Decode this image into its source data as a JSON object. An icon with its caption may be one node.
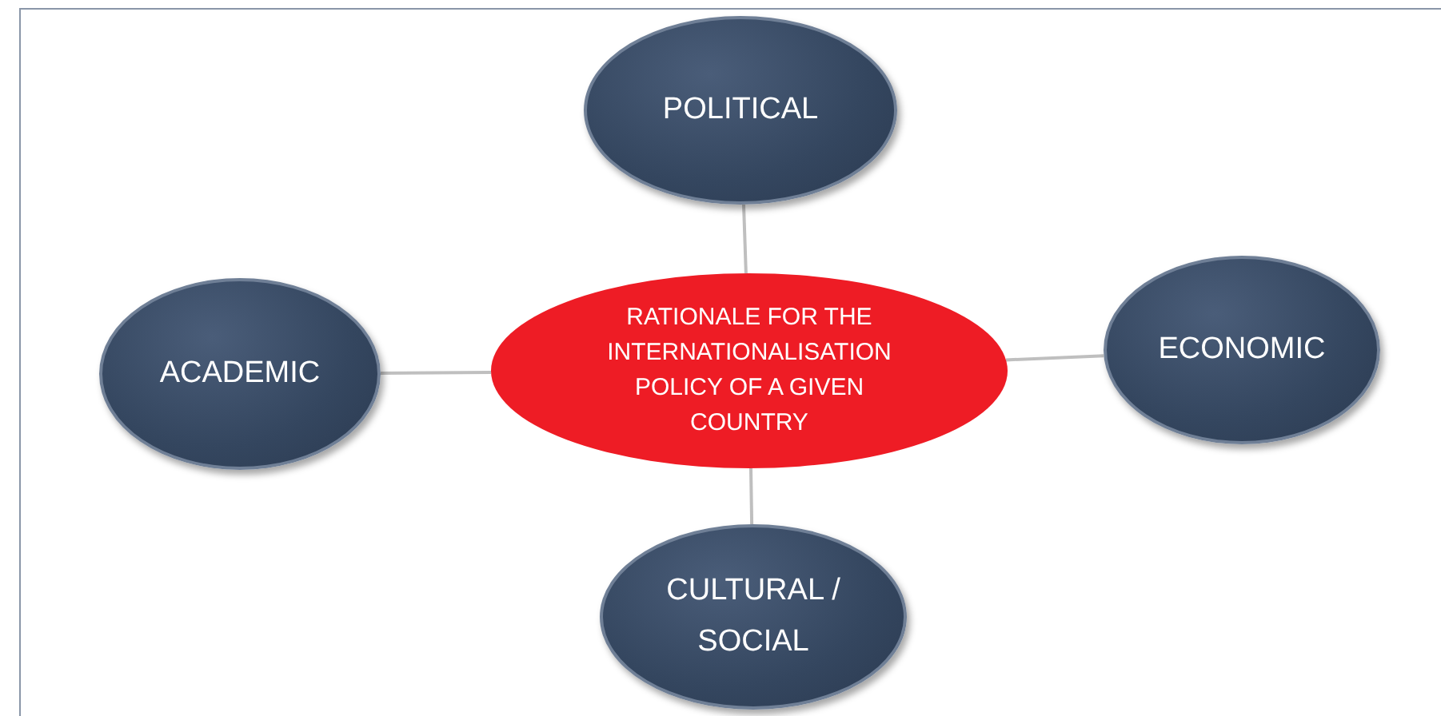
{
  "diagram": {
    "nodes": [
      {
        "text": [
          "POLITICAL"
        ]
      },
      {
        "text": [
          "ACADEMIC"
        ]
      },
      {
        "text": [
          "RATIONALE FOR THE INTERNATIONALISATION POLICY OF A GIVEN COUNTRY"
        ]
      },
      {
        "text": [
          "ECONOMIC"
        ]
      },
      {
        "text": [
          "CULTURAL / SOCIAL"
        ]
      }
    ],
    "edges": [
      {
        "from": 2,
        "to": 0,
        "arrow": "none"
      },
      {
        "from": 2,
        "to": 1,
        "arrow": "none"
      },
      {
        "from": 2,
        "to": 3,
        "arrow": "none"
      },
      {
        "from": 2,
        "to": 4,
        "arrow": "none"
      }
    ]
  }
}
